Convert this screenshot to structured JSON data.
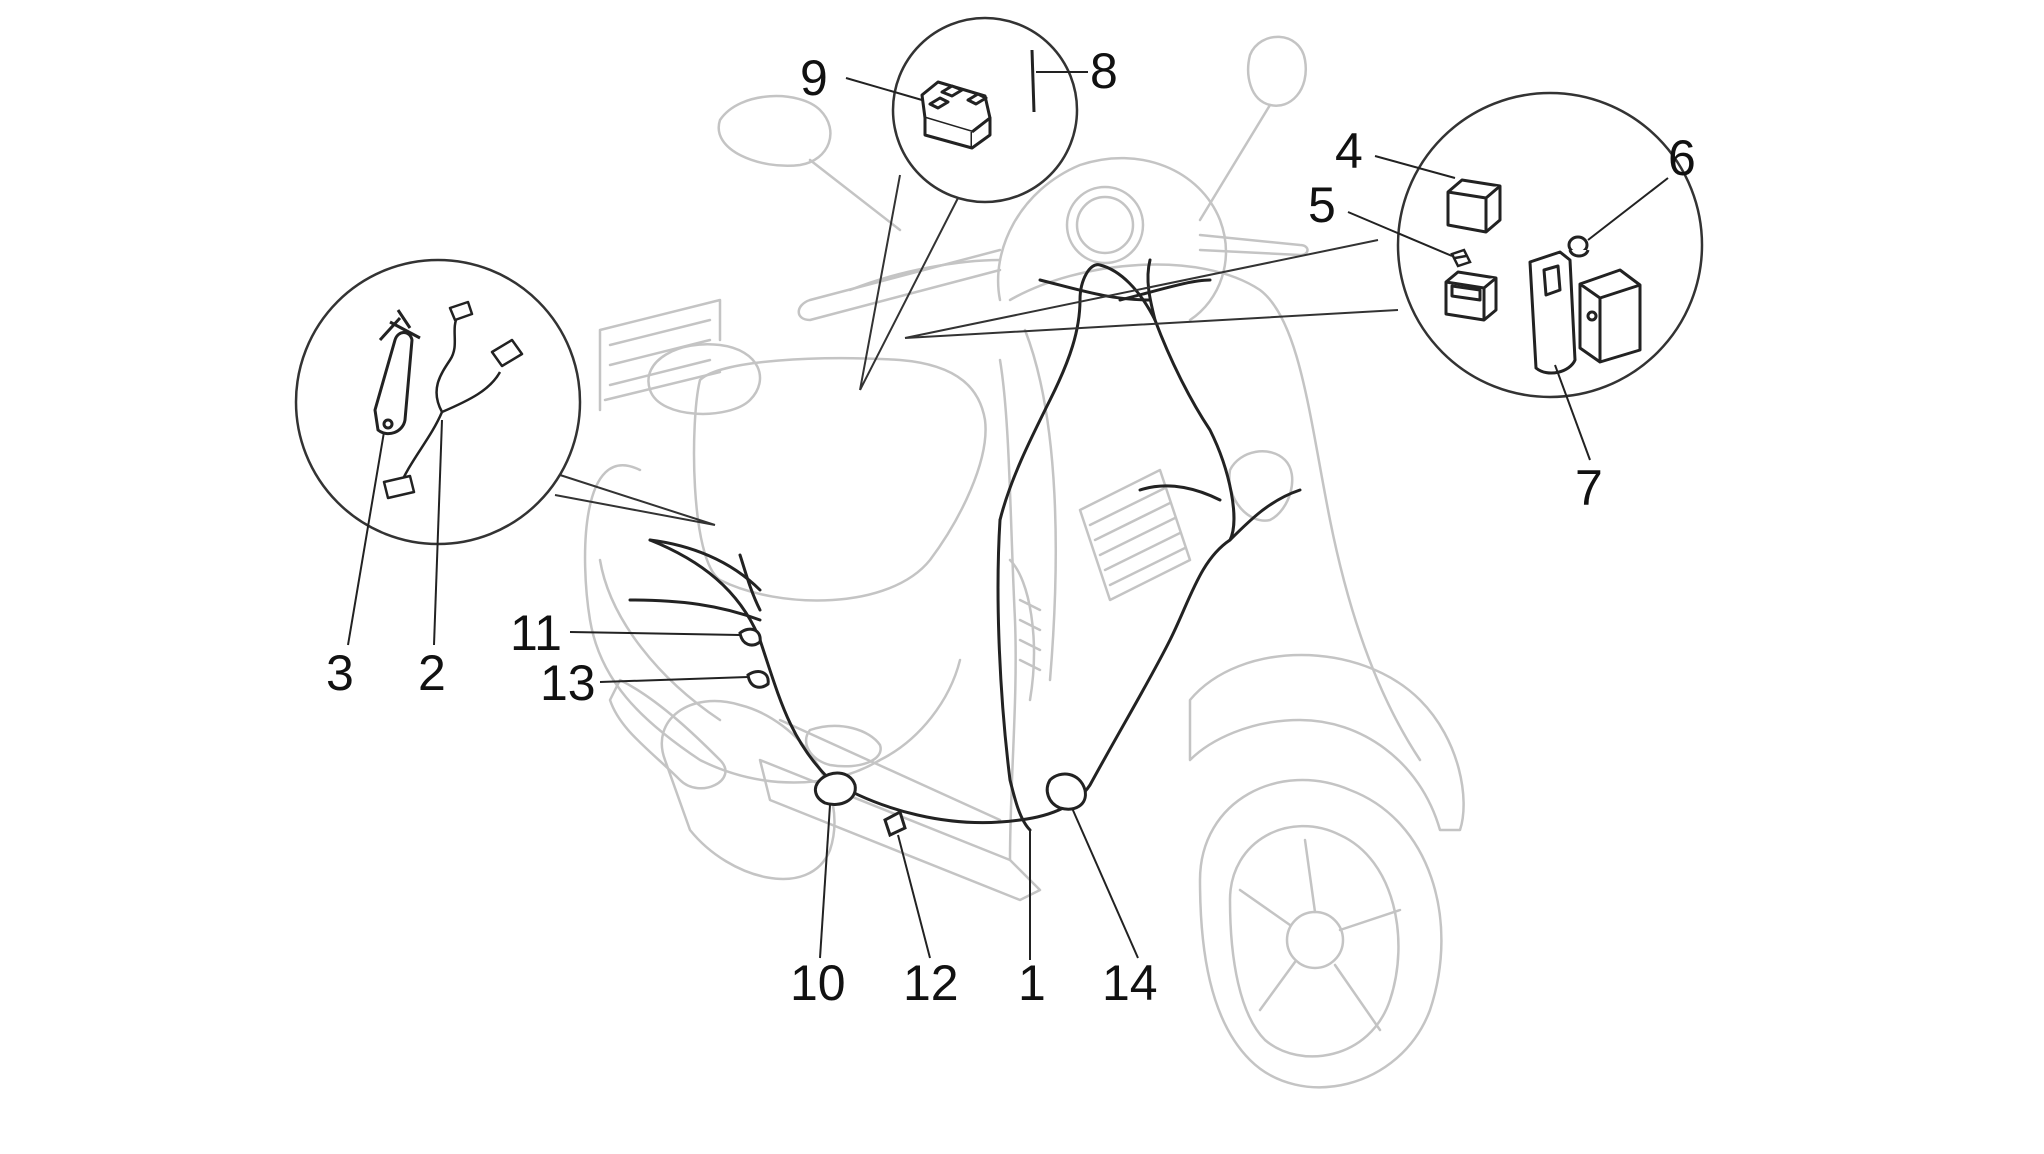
{
  "colors": {
    "background": "#ffffff",
    "outline_faint": "#c4c4c4",
    "parts": "#222222",
    "callout": "#333333"
  },
  "labels": [
    "1",
    "2",
    "3",
    "4",
    "5",
    "6",
    "7",
    "8",
    "9",
    "10",
    "11",
    "12",
    "13",
    "14"
  ]
}
